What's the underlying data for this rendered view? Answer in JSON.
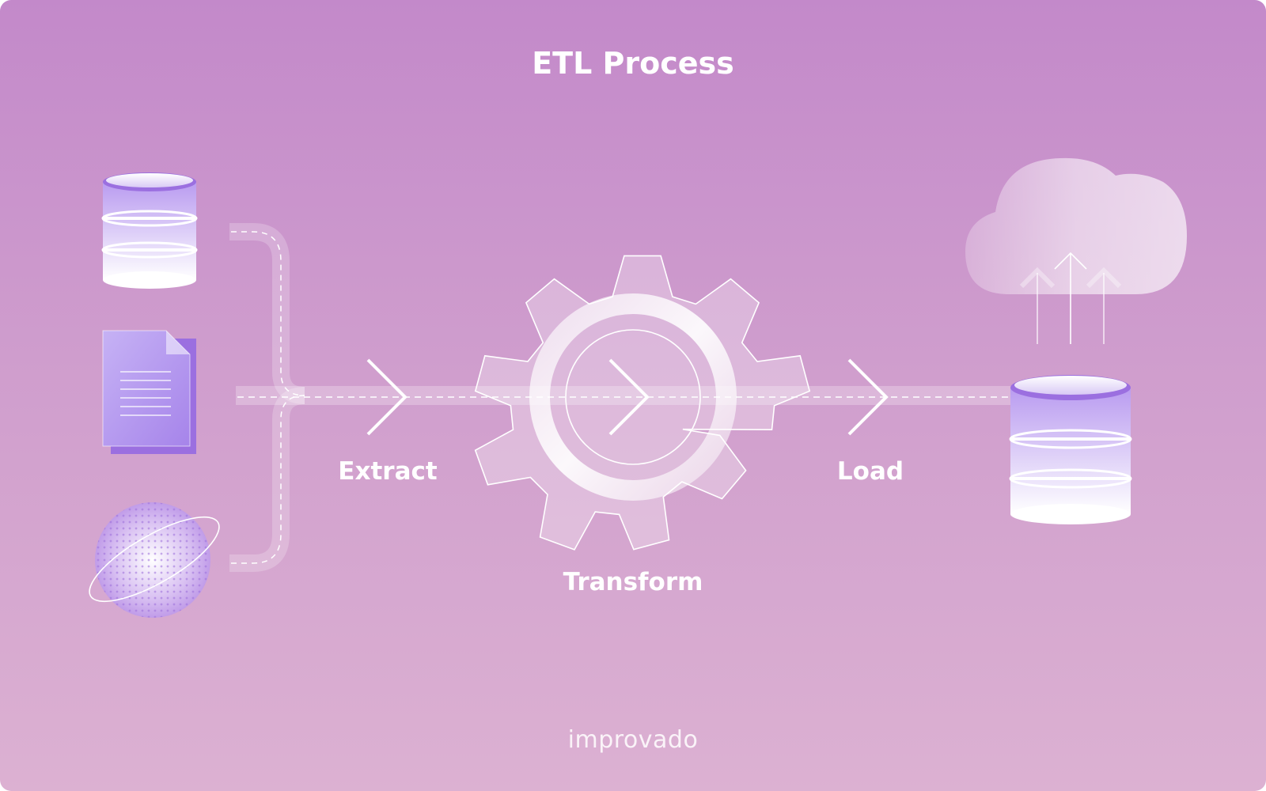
{
  "diagram": {
    "title": "ETL Process",
    "stages": {
      "extract": "Extract",
      "transform": "Transform",
      "load": "Load"
    },
    "sources": [
      "database-icon",
      "document-icon",
      "globe-icon"
    ],
    "destinations": [
      "database-icon",
      "cloud-icon"
    ]
  },
  "brand": {
    "logo_text": "improvado"
  },
  "colors": {
    "background_top": "#c389ca",
    "background_bottom": "#dcb1d2",
    "accent_purple": "#9b6fe0",
    "text": "#ffffff"
  }
}
